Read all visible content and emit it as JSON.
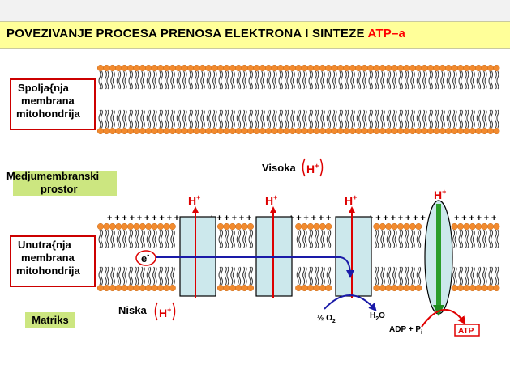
{
  "title": {
    "main": "POVEZIVANJE PROCESA  PRENOSA  ELEKTRONA I  SINTEZE ",
    "highlight": "ATP–a"
  },
  "labels": {
    "outer_membrane": [
      "Spolja{nja",
      "membrana",
      "mitohondrija"
    ],
    "intermembrane": [
      "Medjumembranski",
      "prostor"
    ],
    "inner_membrane": [
      "Unutra{nja",
      "membrana",
      "mitohondrija"
    ],
    "matrix": "Matriks"
  },
  "gradient": {
    "high_label": "Visoka",
    "low_label": "Niska",
    "ion": "H",
    "charge": "+"
  },
  "pump_labels": {
    "ion": "H",
    "charge": "+"
  },
  "electron": {
    "symbol": "e",
    "charge": "-"
  },
  "reaction": {
    "oxygen": "½ O",
    "oxygen_sub": "2",
    "water": "H",
    "water_sub": "2",
    "water_tail": "O",
    "adp": "ADP + P",
    "adp_sub": "i",
    "atp": "ATP"
  },
  "plus_signs": "+",
  "colors": {
    "title_bg": "#ffff99",
    "head": "#f28a2e",
    "tail": "#333333",
    "protein": "#cce8ec",
    "arrow_red": "#dd0000",
    "electron_path": "#1a1aa8",
    "atp_synthase": "#2a9d2a"
  }
}
